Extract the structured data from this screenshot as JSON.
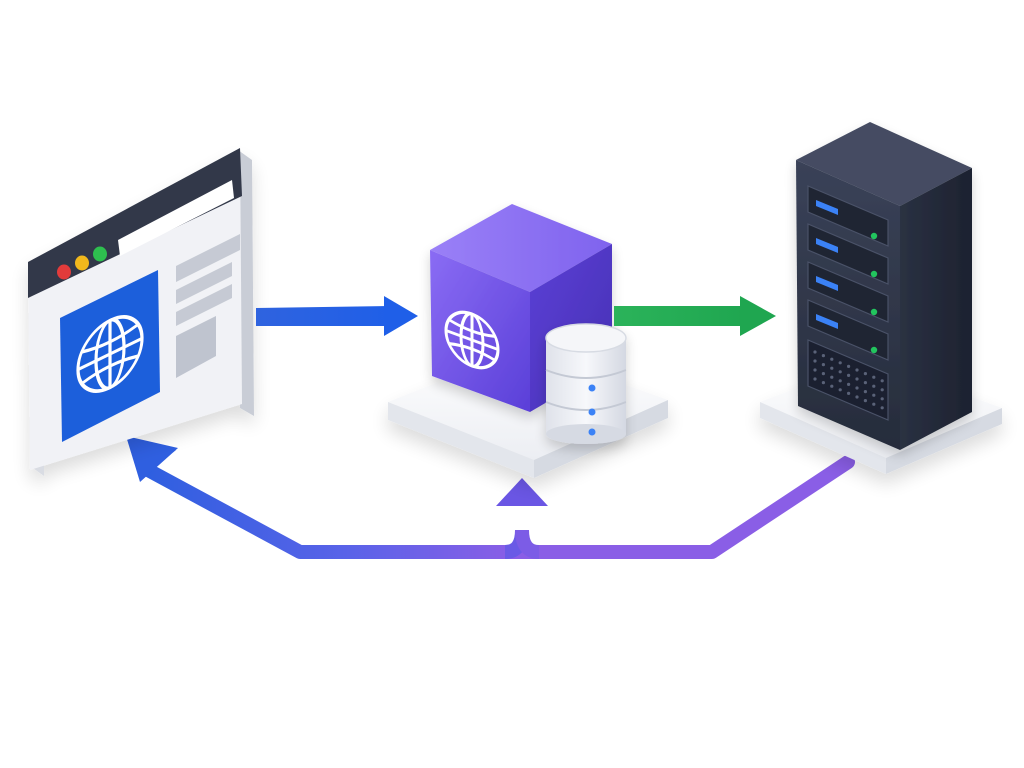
{
  "diagram": {
    "nodes": [
      {
        "id": "browser",
        "kind": "web-browser-window",
        "icon": "globe-icon"
      },
      {
        "id": "proxy",
        "kind": "proxy-cache-cube",
        "icons": [
          "globe-icon",
          "database-icon"
        ]
      },
      {
        "id": "origin",
        "kind": "server-rack",
        "units": 4
      }
    ],
    "edges": [
      {
        "id": "browser-to-proxy",
        "from": "browser",
        "to": "proxy",
        "color": "#2563eb"
      },
      {
        "id": "proxy-to-origin",
        "from": "proxy",
        "to": "origin",
        "color": "#22a855"
      },
      {
        "id": "origin-to-proxy",
        "from": "origin",
        "to": "proxy",
        "color": "#7c5ce6"
      },
      {
        "id": "proxy-to-browser",
        "from": "proxy",
        "to": "browser",
        "color": "#2f5fe0"
      }
    ]
  },
  "colors": {
    "browser_frame": "#33394a",
    "browser_panel": "#1f5fdb",
    "dot_red": "#e23b3b",
    "dot_yellow": "#f1b81f",
    "dot_green": "#2ebf4f",
    "cube": "#6b4ee6",
    "server": "#2b3244",
    "server_led_blue": "#3b82f6",
    "server_led_green": "#22c55e"
  }
}
